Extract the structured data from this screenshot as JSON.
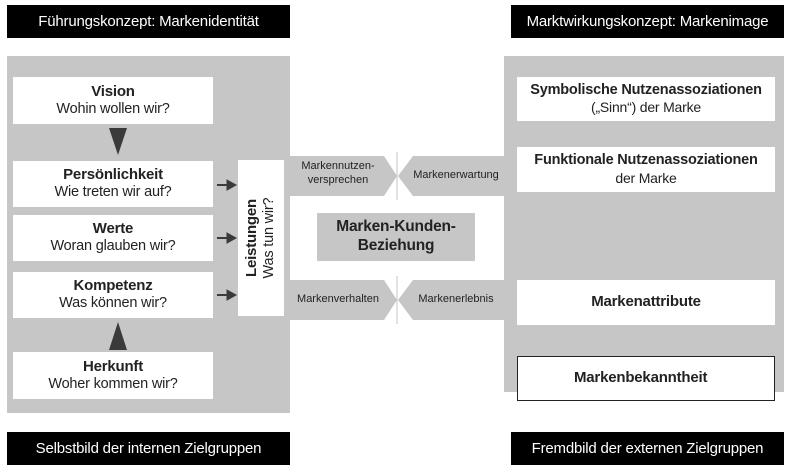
{
  "header_left": "Führungskonzept: Markenidentität",
  "header_right": "Marktwirkungskonzept: Markenimage",
  "identity": {
    "vision": {
      "title": "Vision",
      "question": "Wohin wollen wir?"
    },
    "personality": {
      "title": "Persönlichkeit",
      "question": "Wie treten wir auf?"
    },
    "values": {
      "title": "Werte",
      "question": "Woran glauben wir?"
    },
    "competence": {
      "title": "Kompetenz",
      "question": "Was können wir?"
    },
    "origin": {
      "title": "Herkunft",
      "question": "Woher kommen wir?"
    },
    "services": {
      "title": "Leistungen",
      "question": "Was tun wir?"
    }
  },
  "middle": {
    "promise_line1": "Markennutzen-",
    "promise_line2": "versprechen",
    "expectation": "Markenerwartung",
    "relation_line1": "Marken-Kunden-",
    "relation_line2": "Beziehung",
    "behavior": "Markenverhalten",
    "experience": "Markenerlebnis"
  },
  "image": {
    "symbolic_title": "Symbolische Nutzenassoziationen",
    "symbolic_sub": "(„Sinn“) der Marke",
    "functional_title": "Funktionale Nutzenassoziationen",
    "functional_sub": "der Marke",
    "attributes": "Markenattribute",
    "awareness": "Markenbekanntheit"
  },
  "footer_left": "Selbstbild der internen Zielgruppen",
  "footer_right": "Fremdbild der externen Zielgruppen"
}
